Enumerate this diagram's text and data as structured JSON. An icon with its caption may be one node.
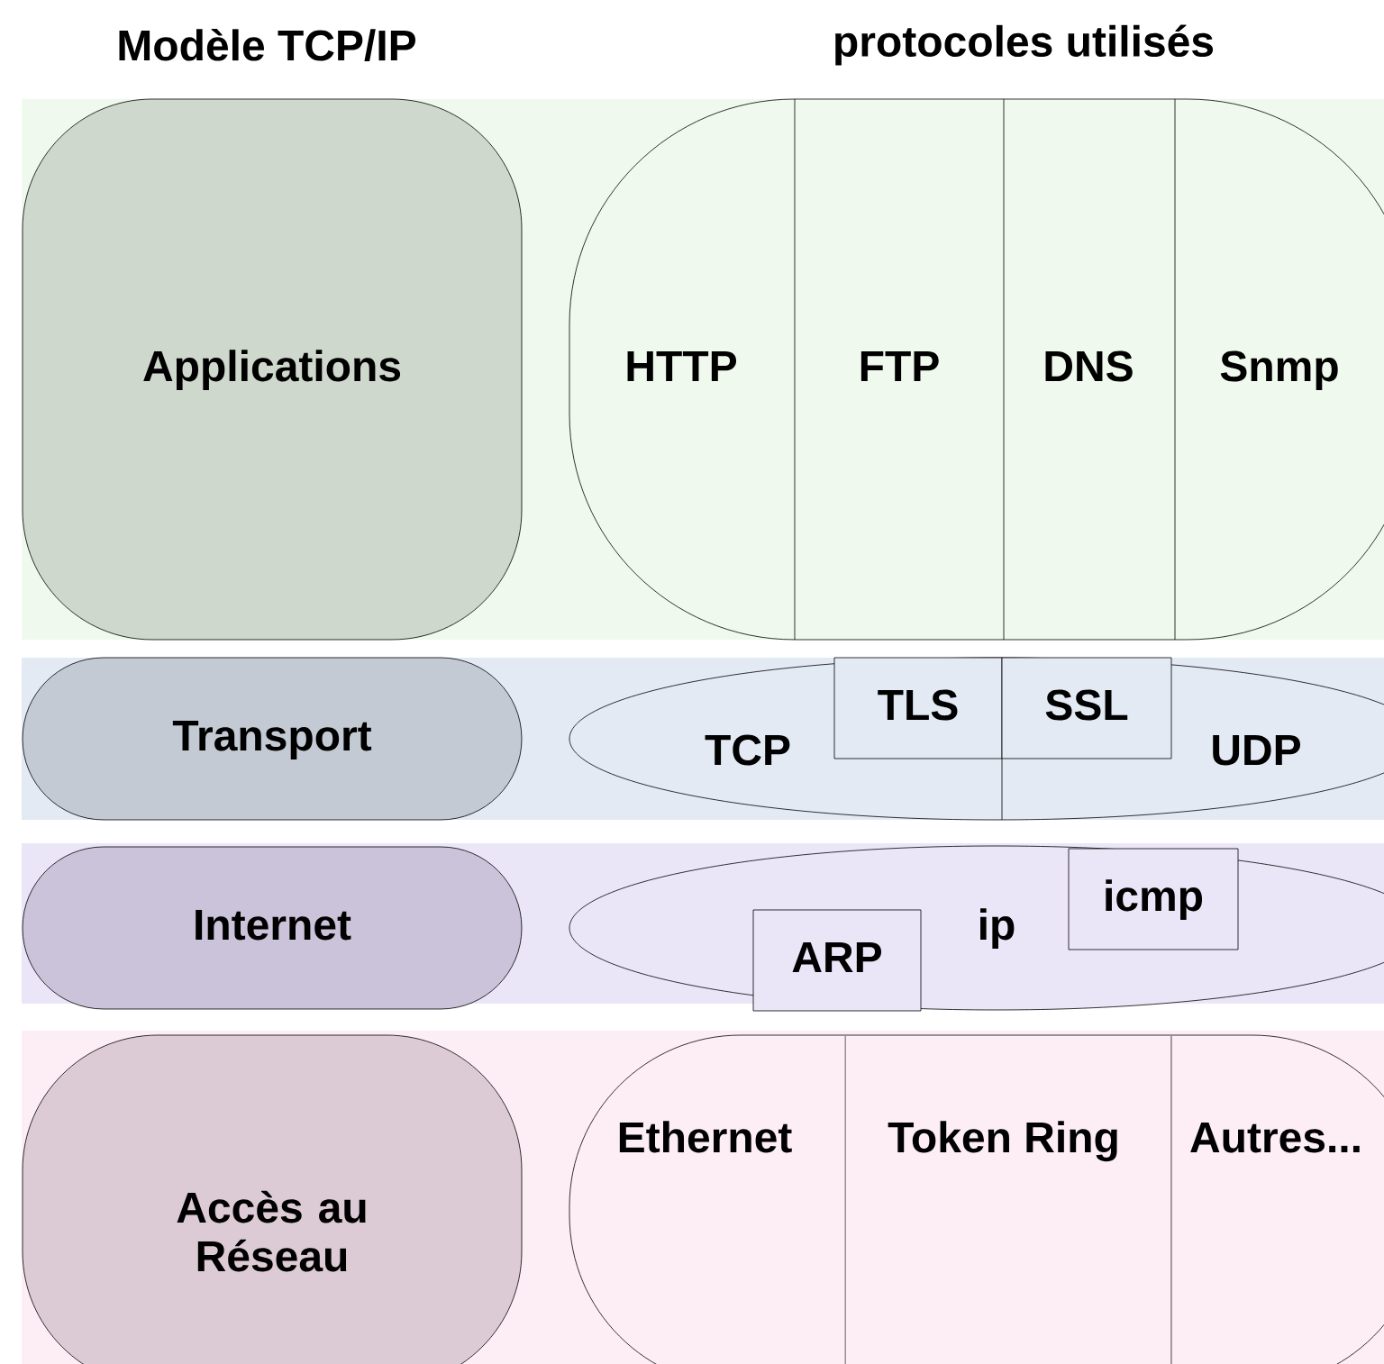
{
  "diagram": {
    "nodes": [
      {
        "text": [
          "Applications"
        ]
      },
      {
        "text": [],
        "shape": "capsule"
      },
      {
        "text": [
          "HTTP"
        ],
        "in": 1
      },
      {
        "text": [
          "FTP"
        ],
        "in": 1
      },
      {
        "text": [
          "DNS"
        ],
        "in": 1
      },
      {
        "text": [
          "Snmp"
        ],
        "in": 1
      },
      {
        "text": [
          "Transport"
        ]
      },
      {
        "text": [],
        "shape": "ellipse"
      },
      {
        "text": [
          "TCP"
        ],
        "in": 7
      },
      {
        "text": [
          "TLS"
        ],
        "in": 7
      },
      {
        "text": [
          "SSL"
        ],
        "in": 7
      },
      {
        "text": [
          "UDP"
        ],
        "in": 7
      },
      {
        "text": [
          "Internet"
        ]
      },
      {
        "text": [
          "ip"
        ]
      },
      {
        "text": [
          "ARP"
        ],
        "in": 13
      },
      {
        "text": [
          "icmp"
        ],
        "in": 13
      },
      {
        "text": [
          "Accès au Réseau"
        ]
      },
      {
        "text": [],
        "shape": "capsule"
      },
      {
        "text": [
          "Ethernet"
        ],
        "in": 17
      },
      {
        "text": [
          "Token Ring"
        ],
        "in": 17
      },
      {
        "text": [
          "Autres..."
        ],
        "in": 17
      }
    ],
    "edges": [],
    "labels": [
      "Modèle TCP/IP",
      "protocoles utilisés"
    ]
  }
}
